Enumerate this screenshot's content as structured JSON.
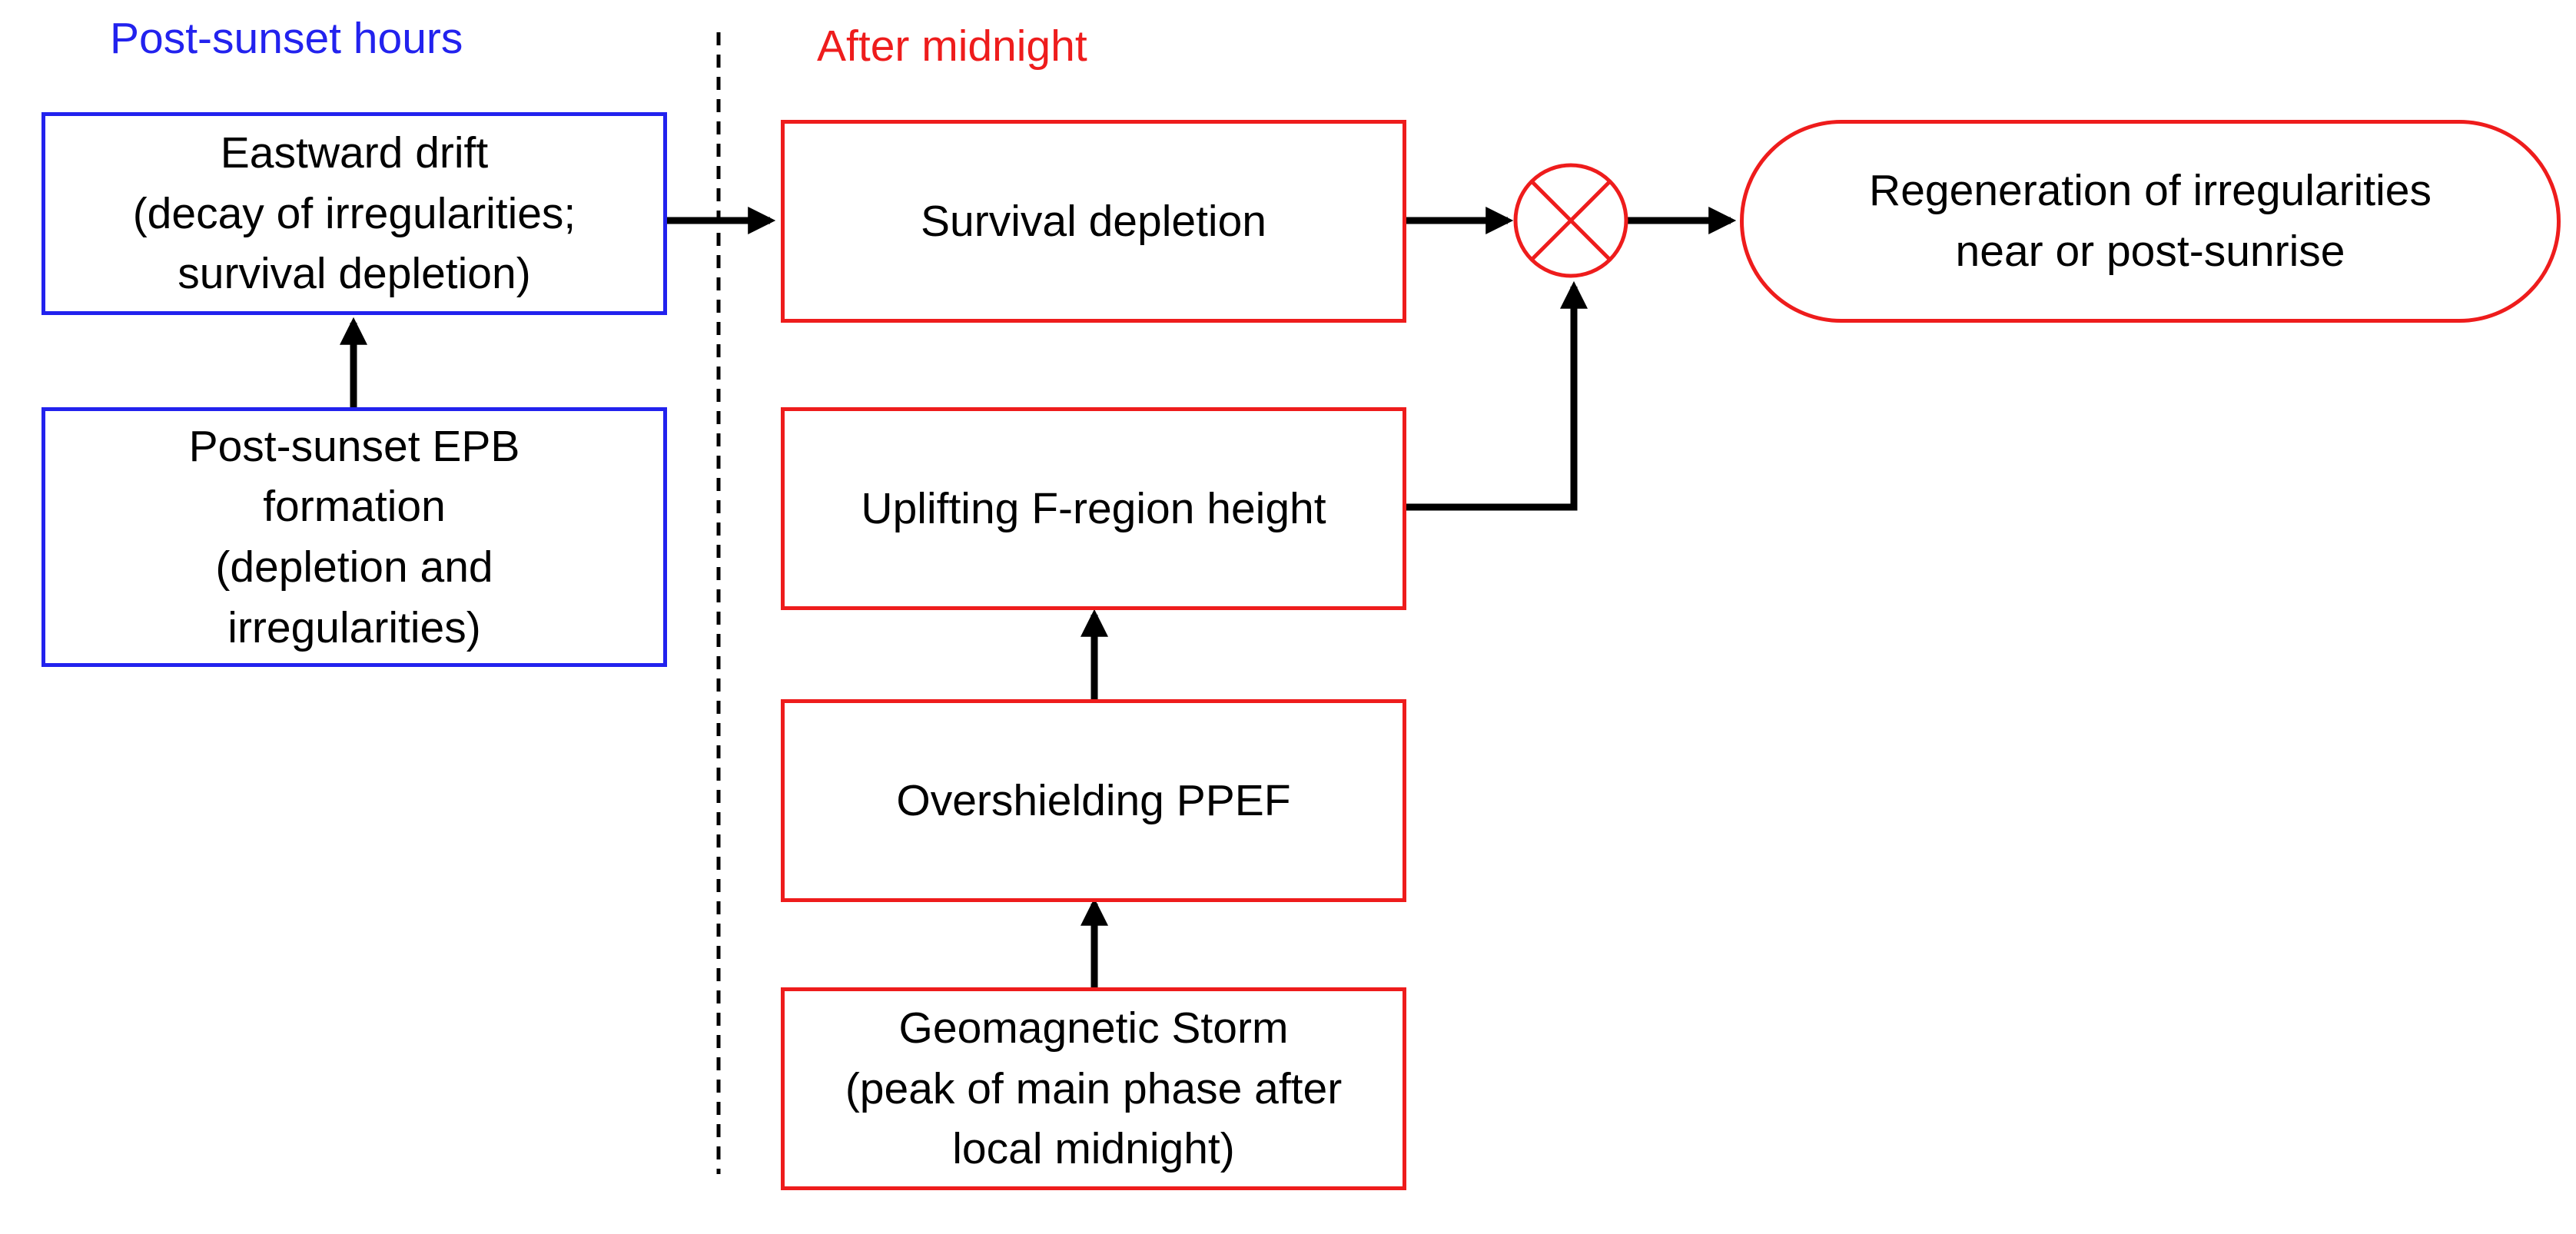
{
  "headings": {
    "post_sunset": "Post-sunset hours",
    "after_midnight": "After midnight"
  },
  "boxes": {
    "eastward_drift": [
      "Eastward drift",
      "(decay of irregularities;",
      "survival depletion)"
    ],
    "epb_formation": [
      "Post-sunset EPB",
      "formation",
      "(depletion and",
      "irregularities)"
    ],
    "survival_depletion": [
      "Survival depletion"
    ],
    "uplifting": [
      "Uplifting F-region height"
    ],
    "overshielding": [
      "Overshielding PPEF"
    ],
    "geomagnetic_storm": [
      "Geomagnetic Storm",
      "(peak of main phase after",
      "local midnight)"
    ],
    "regeneration": [
      "Regeneration of irregularities",
      "near or post-sunrise"
    ]
  },
  "colors": {
    "post_sunset": "#2222ee",
    "after_midnight": "#ee1c1c",
    "arrow": "#000000",
    "divider": "#000000"
  },
  "icons": {
    "combiner": "circle-x-icon"
  }
}
